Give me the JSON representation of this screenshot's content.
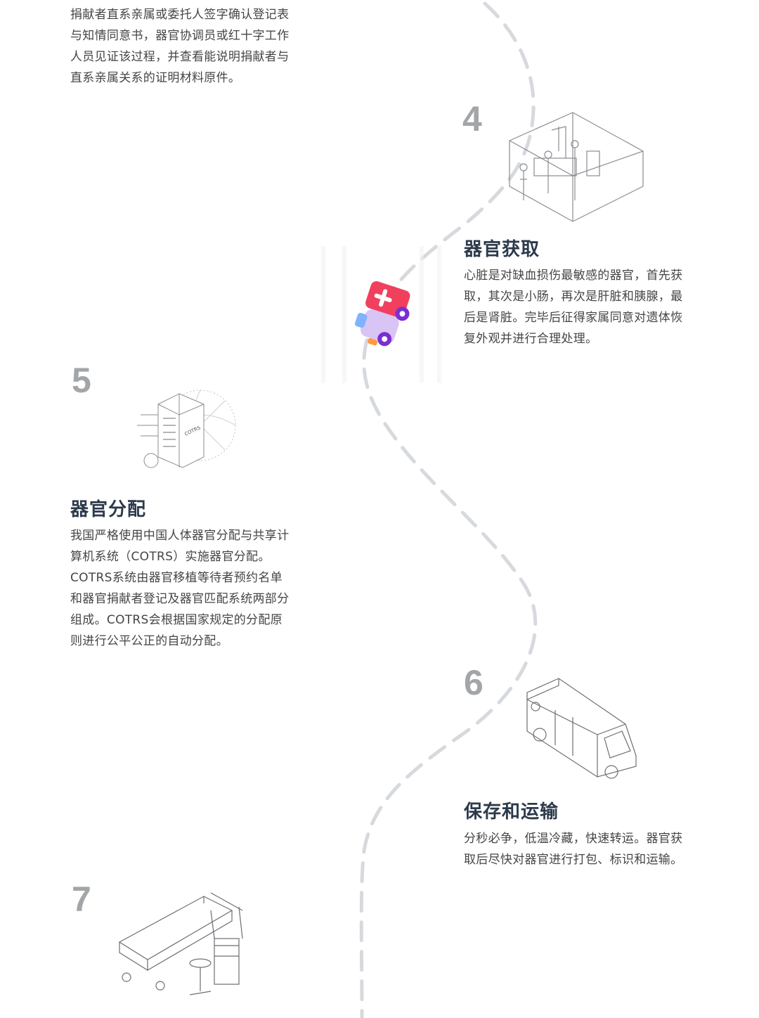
{
  "intro": {
    "lines": [
      "捐献者直系亲属或委托人签字确认登记表",
      "与知情同意书，器官协调员或红十字工作",
      "人员见证该过程，并查看能说明捐献者与",
      "直系亲属关系的证明材料原件。"
    ]
  },
  "steps": [
    {
      "number": "4",
      "title": "器官获取",
      "lines": [
        "心脏是对缺血损伤最敏感的器官，首先获",
        "取，其次是小肠，再次是肝脏和胰腺，最",
        "后是肾脏。完毕后征得家属同意对遗体恢",
        "复外观并进行合理处理。"
      ],
      "icon": "operating-room-icon"
    },
    {
      "number": "5",
      "title": "器官分配",
      "lines": [
        "我国严格使用中国人体器官分配与共享计",
        "算机系统（COTRS）实施器官分配。",
        "COTRS系统由器官移植等待者预约名单",
        "和器官捐献者登记及器官匹配系统两部分",
        "组成。COTRS会根据国家规定的分配原",
        "则进行公平公正的自动分配。"
      ],
      "icon": "server-globe-icon",
      "server_label": "COTRS"
    },
    {
      "number": "6",
      "title": "保存和运输",
      "lines": [
        "分秒必争，低温冷藏，快速转运。器官获",
        "取后尽快对器官进行打包、标识和运输。"
      ],
      "icon": "ambulance-van-icon"
    },
    {
      "number": "7",
      "icon": "hospital-bed-icon"
    }
  ],
  "colors": {
    "path": "#d6d9dd",
    "title": "#2c3a4b",
    "text": "#454545",
    "number": "#a3a6a9",
    "ambulance_red": "#f0405e",
    "ambulance_purple": "#7a2fd0"
  }
}
